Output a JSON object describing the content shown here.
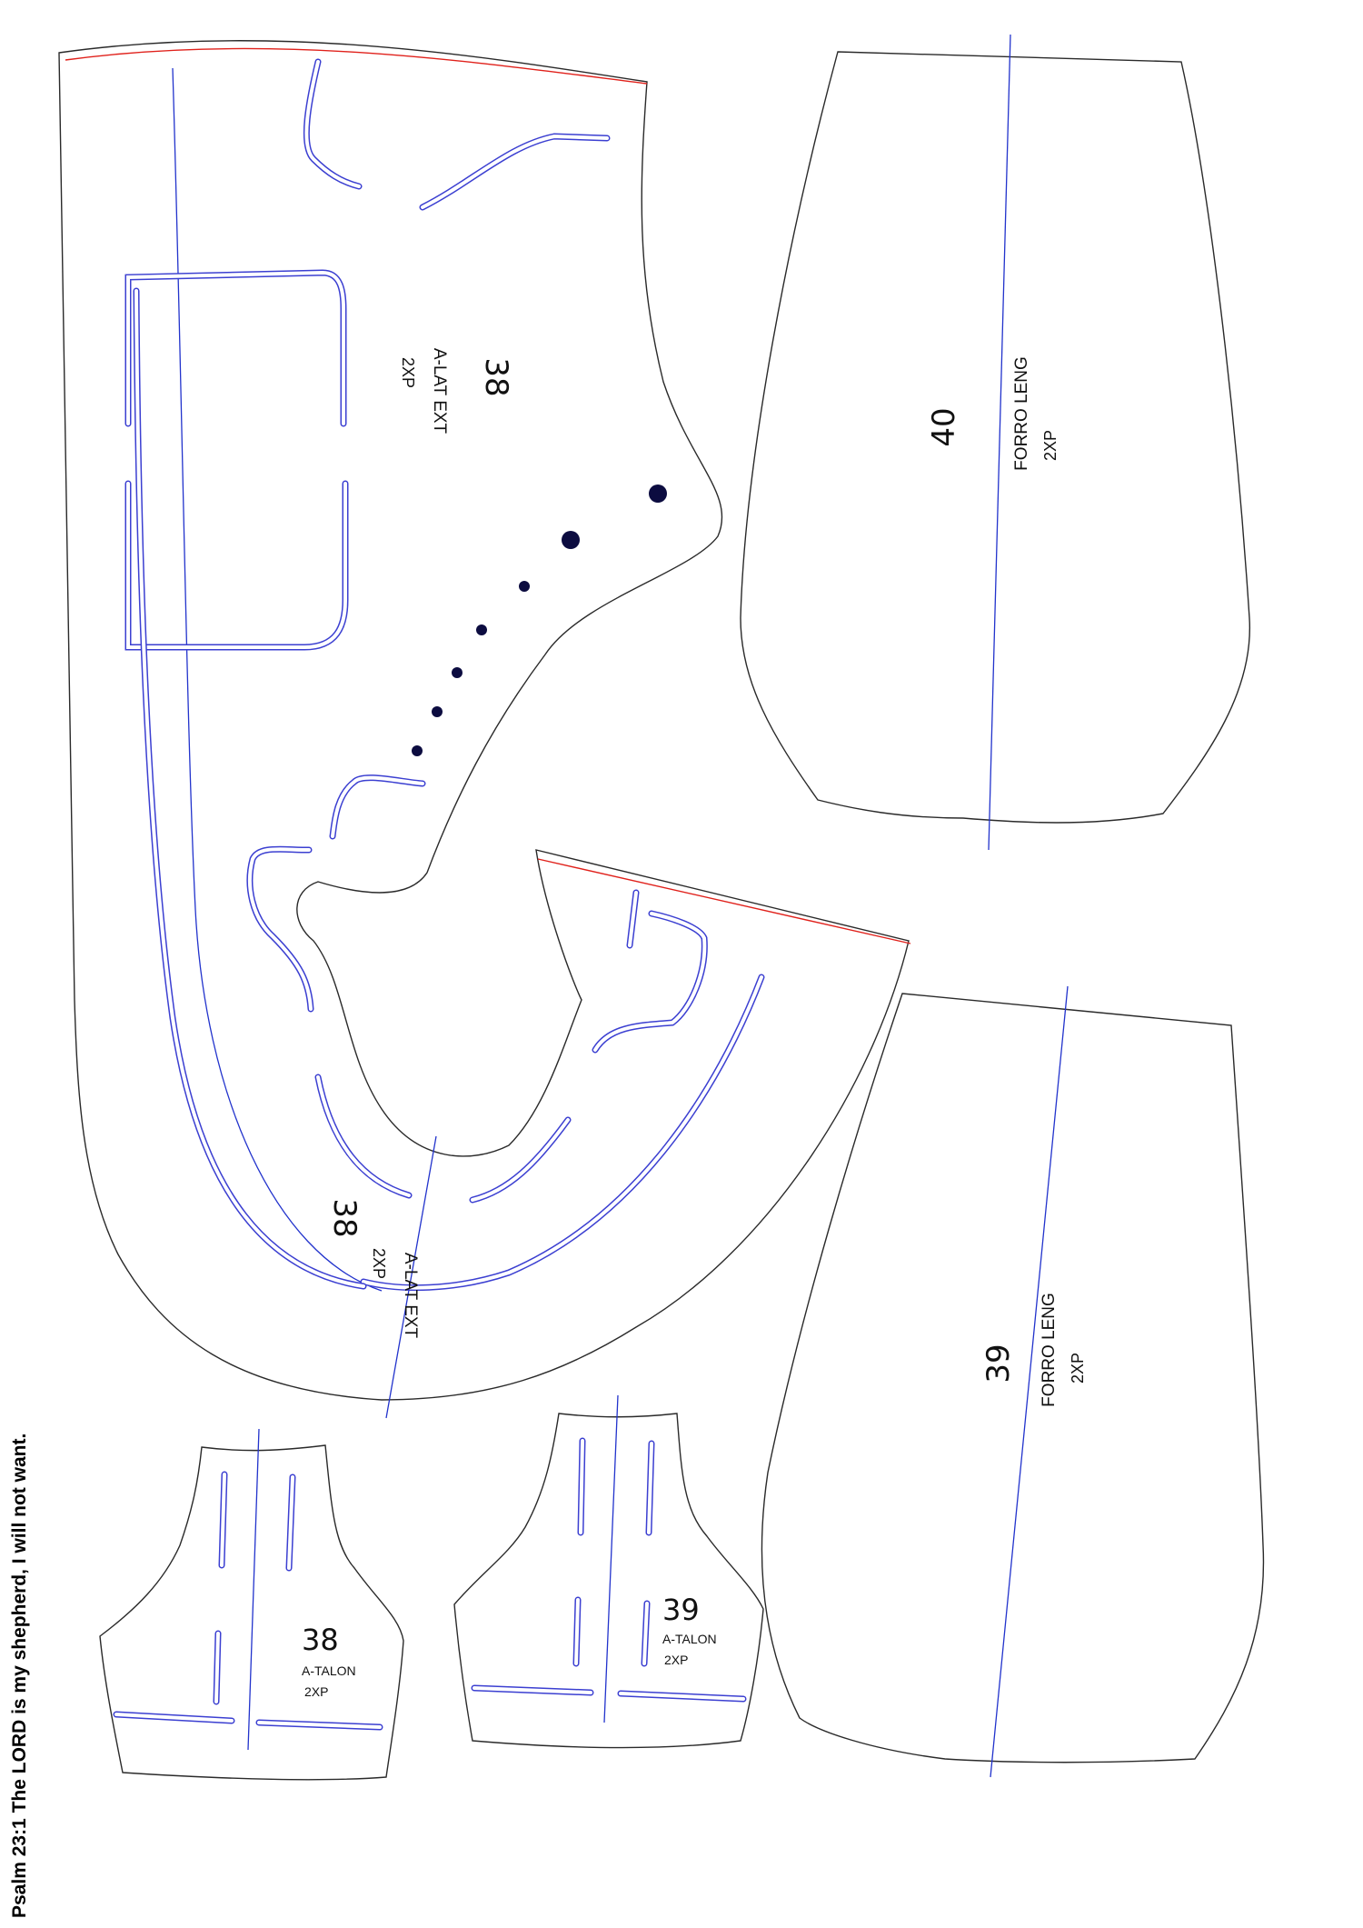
{
  "colors": {
    "outline": "#2a2a2a",
    "cut_edge": "#e0211b",
    "grain_line": "#2233cc",
    "slot": "#3b3fd1",
    "punch": "#0c0c40"
  },
  "pieces": {
    "lat_ext_top": {
      "number": "38",
      "name": "A-LAT EXT",
      "qty": "2XP"
    },
    "lat_ext_bottom": {
      "number": "38",
      "name": "A-LAT EXT",
      "qty": "2XP"
    },
    "forro_40": {
      "number": "40",
      "name": "FORRO LENG",
      "qty": "2XP"
    },
    "forro_39": {
      "number": "39",
      "name": "FORRO LENG",
      "qty": "2XP"
    },
    "talon_38": {
      "number": "38",
      "name": "A-TALON",
      "qty": "2XP"
    },
    "talon_39": {
      "number": "39",
      "name": "A-TALON",
      "qty": "2XP"
    }
  },
  "footer": {
    "verse": "Psalm 23:1 The LORD is my shepherd, I will not want."
  }
}
